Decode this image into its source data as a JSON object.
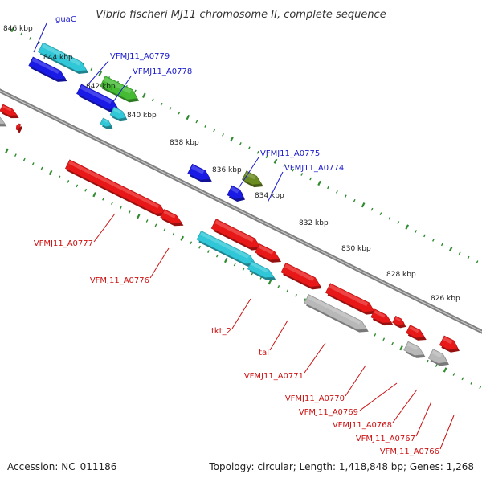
{
  "title": "Vibrio fischeri MJ11 chromosome II, complete sequence",
  "footer": {
    "accession": "Accession: NC_011186",
    "topology": "Topology: circular; Length: 1,418,848 bp; Genes: 1,268"
  },
  "ticks": [
    "846 kbp",
    "844 kbp",
    "842 kbp",
    "840 kbp",
    "838 kbp",
    "836 kbp",
    "834 kbp",
    "832 kbp",
    "830 kbp",
    "828 kbp",
    "826 kbp"
  ],
  "labels": {
    "top": [
      "guaC",
      "VFMJ11_A0779",
      "VFMJ11_A0778",
      "VFMJ11_A0775",
      "VFMJ11_A0774"
    ],
    "bottom": [
      "VFMJ11_A0777",
      "VFMJ11_A0776",
      "tkt_2",
      "tal",
      "VFMJ11_A0771",
      "VFMJ11_A0770",
      "VFMJ11_A0769",
      "VFMJ11_A0768",
      "VFMJ11_A0767",
      "VFMJ11_A0766"
    ]
  },
  "colors": {
    "background": "#ffffff",
    "backbone": "#808080",
    "tick_dots": "#2e8b2e",
    "top_label": "#1a1acc",
    "bottom_label": "#cc1111",
    "cds_red": "#e81818",
    "cds_blue": "#1a1ae6",
    "cds_cyan": "#30c8d8",
    "cds_green": "#44bb33",
    "cds_olive": "#6a8a22",
    "cds_gray": "#b8b8b8"
  }
}
